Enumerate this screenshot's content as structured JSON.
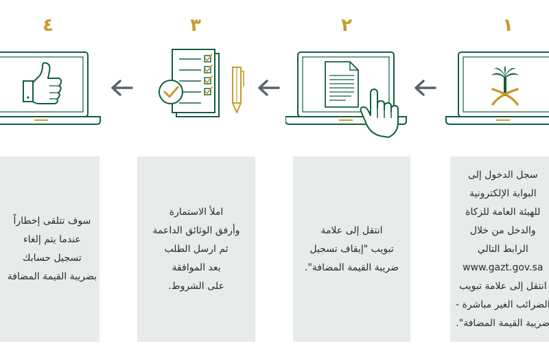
{
  "colors": {
    "green": "#0f5e3c",
    "gold": "#c89a2c",
    "panel": "#e7ebea",
    "arrow": "#5a6268"
  },
  "steps": [
    {
      "number": "١",
      "icon": "saudi-emblem-icon",
      "lines": [
        "سجل الدخول إلى",
        "البوابة الإلكترونية",
        "للهيئة العامة للزكاة",
        "والدخل من خلال",
        "الرابط التالي",
        "www.gazt.gov.sa",
        "انتقل إلى علامة تبويب",
        "الضرائب الغير مباشرة -",
        "ضريبة القيمة المضافة\"."
      ]
    },
    {
      "number": "٢",
      "icon": "document-tap-icon",
      "lines": [
        "انتقل إلى علامة",
        "تبويب \"إيقاف تسجيل",
        "ضريبة القيمة المضافة\"."
      ]
    },
    {
      "number": "٣",
      "icon": "checklist-icon",
      "lines": [
        "املأ الاستمارة",
        "وأرفق الوثائق الداعمة",
        "ثم ارسل الطلب",
        "بعد الموافقة",
        "على الشروط."
      ]
    },
    {
      "number": "٤",
      "icon": "thumbs-up-icon",
      "lines": [
        "سوف تتلقى إخطاراً",
        "عندما يتم إلغاء",
        "تسجيل حسابك",
        "بضريبة القيمة المضافة"
      ]
    }
  ]
}
